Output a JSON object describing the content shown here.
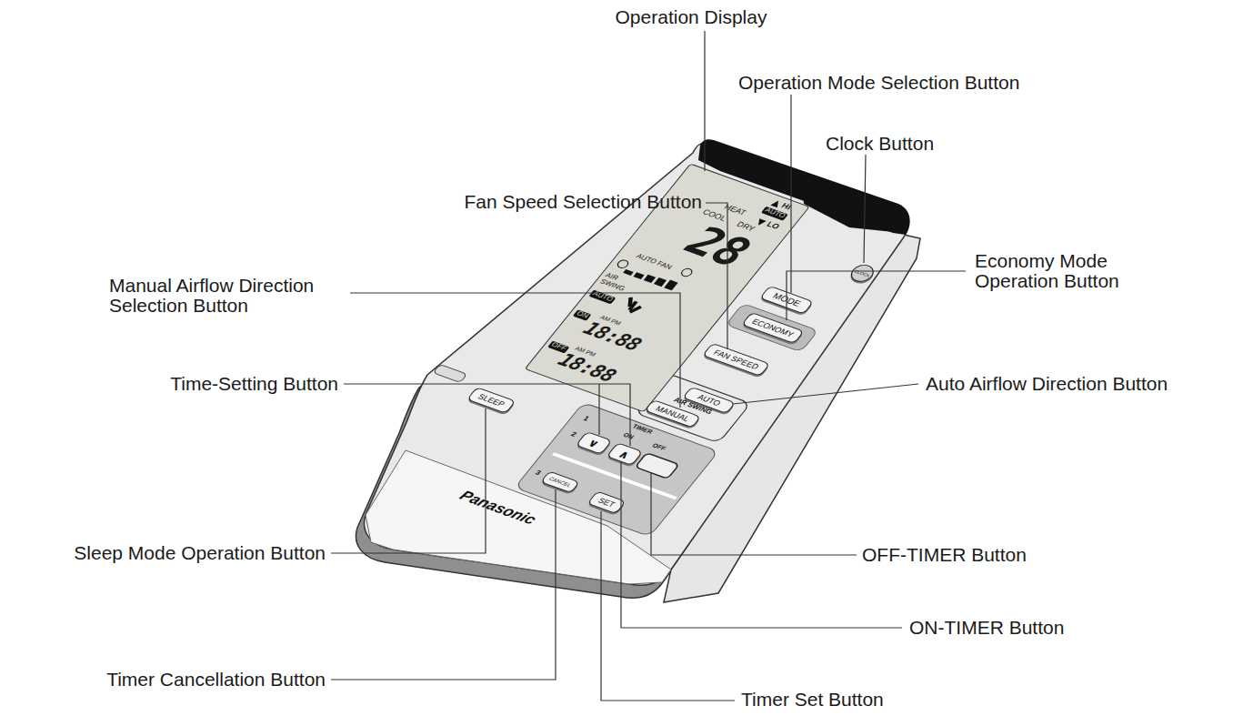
{
  "diagram": {
    "nodes": [
      {
        "text": [
          "HI",
          "AUTO",
          "LO",
          "HEAT",
          "COOL",
          "DRY",
          "28",
          "AUTO FAN",
          "AIR SWING",
          "AUTO",
          "ON",
          "AM PM",
          "18:88",
          "OFF",
          "AM PM",
          "18:88"
        ]
      },
      {
        "text": [
          "MODE"
        ]
      },
      {
        "text": [
          "CLOCK"
        ]
      },
      {
        "text": [
          "ECONOMY"
        ]
      },
      {
        "text": [
          "FAN SPEED"
        ]
      },
      {
        "text": [
          "AUTO"
        ]
      },
      {
        "text": [
          "MANUAL"
        ]
      },
      {
        "text": [
          "SLEEP"
        ]
      },
      {
        "text": [
          "∨"
        ]
      },
      {
        "text": [
          "∧"
        ]
      },
      {
        "text": [
          "CANCEL"
        ]
      },
      {
        "text": [
          "SET"
        ]
      }
    ],
    "labels": [
      "Operation Display",
      "Operation Mode Selection Button",
      "Clock Button",
      "Fan Speed Selection Button",
      "Economy Mode Operation Button",
      "Manual Airflow Direction Selection Button",
      "Time-Setting Button",
      "Auto Airflow Direction Button",
      "Sleep Mode Operation Button",
      "OFF-TIMER Button",
      "ON-TIMER Button",
      "Timer Cancellation Button",
      "Timer Set Button",
      "AIR SWING",
      "TIMER",
      "ON",
      "OFF",
      "1",
      "2",
      "3",
      "Panasonic"
    ]
  }
}
